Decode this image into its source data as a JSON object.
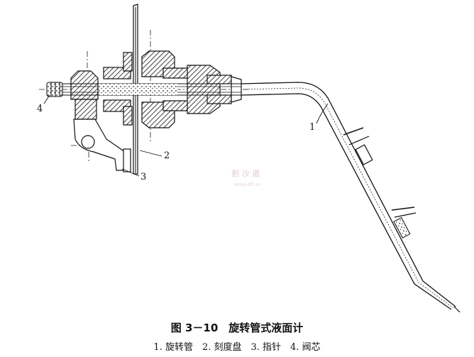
{
  "figure": {
    "title": "图 3－10　旋转管式液面计",
    "legend": "1. 旋转管　2. 刻度盘　3. 指针　4. 阀芯"
  },
  "callouts": [
    "1",
    "2",
    "3",
    "4"
  ],
  "watermark": {
    "text": "割 沙 道",
    "url": "www.dlt.su"
  }
}
